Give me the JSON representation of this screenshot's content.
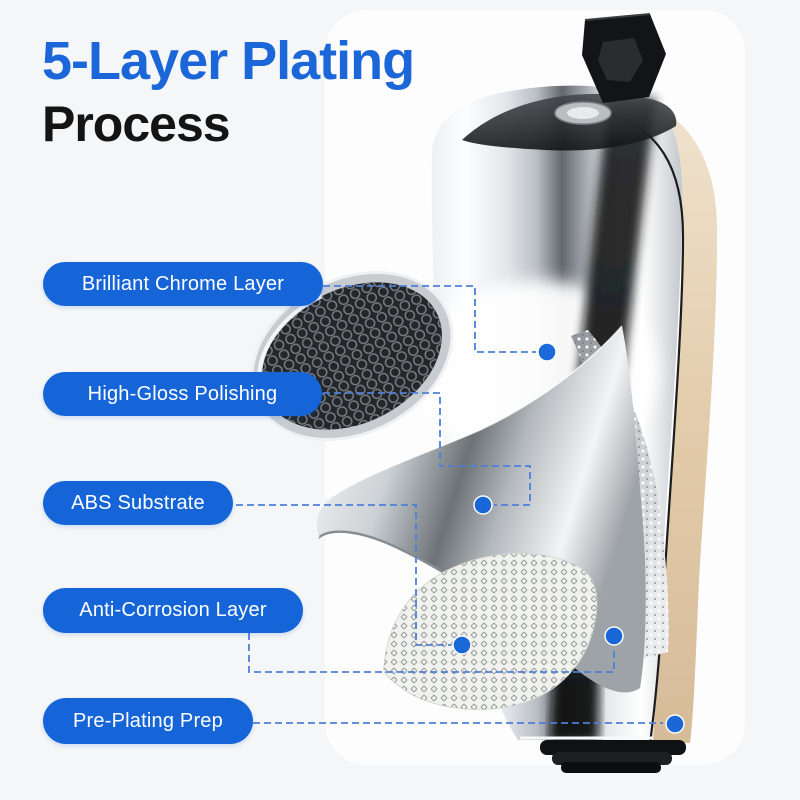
{
  "title": {
    "line1": "5-Layer Plating",
    "line2": "Process"
  },
  "callouts": [
    {
      "label": "Brilliant Chrome Layer"
    },
    {
      "label": "High-Gloss Polishing"
    },
    {
      "label": "ABS Substrate"
    },
    {
      "label": "Anti-Corrosion Layer"
    },
    {
      "label": "Pre-Plating Prep"
    }
  ],
  "product": {
    "description": "Chrome faucet cutaway showing plating layers",
    "layer_markers": 5
  },
  "colors": {
    "title_accent": "#1b66d8",
    "title_dark": "#141414",
    "pill_background": "#1565d8",
    "pill_text": "#ffffff",
    "connector_line": "#4d80d8",
    "marker_dot": "#1565d8",
    "page_background": "#f5f6f7",
    "card_background": "#fdfdfe",
    "outer_layer_beige": "#e2cbaa",
    "mesh_dark": "#24272a",
    "handle_black": "#131417"
  }
}
